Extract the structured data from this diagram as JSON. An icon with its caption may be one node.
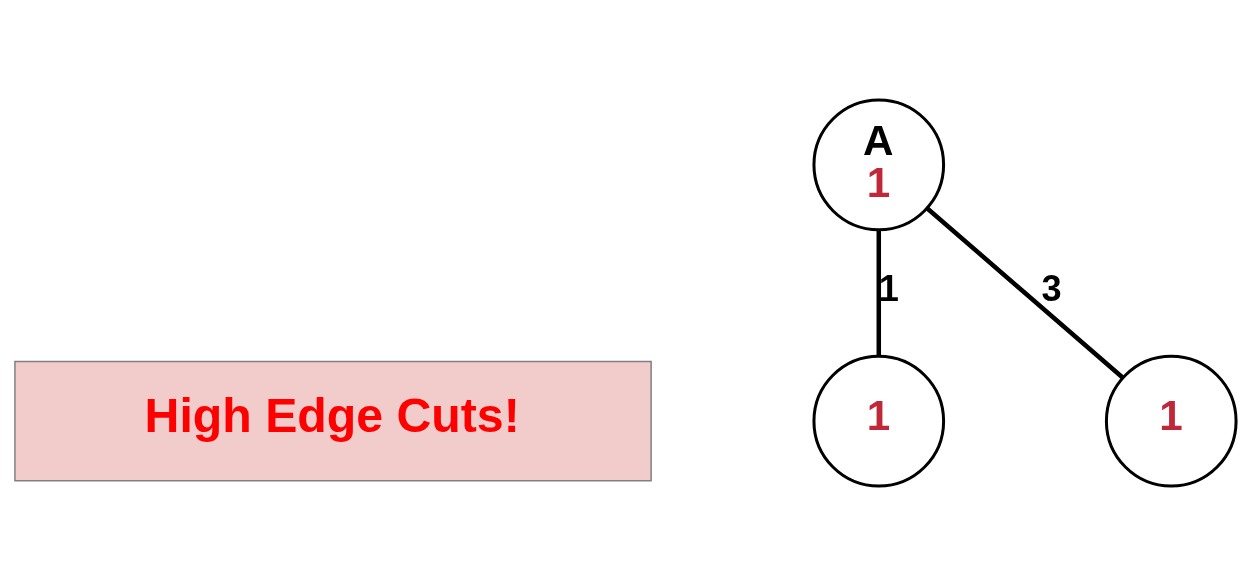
{
  "diagram": {
    "nodes": [
      {
        "text": [
          "A",
          "1"
        ]
      },
      {
        "text": [
          "High Edge Cuts!"
        ]
      },
      {
        "text": [
          "1"
        ]
      },
      {
        "text": [
          "1"
        ]
      }
    ],
    "edges": [
      {
        "from": 0,
        "to": 2,
        "arrow": "none",
        "label": "1"
      },
      {
        "from": 0,
        "to": 3,
        "arrow": "none",
        "label": "3"
      }
    ]
  }
}
